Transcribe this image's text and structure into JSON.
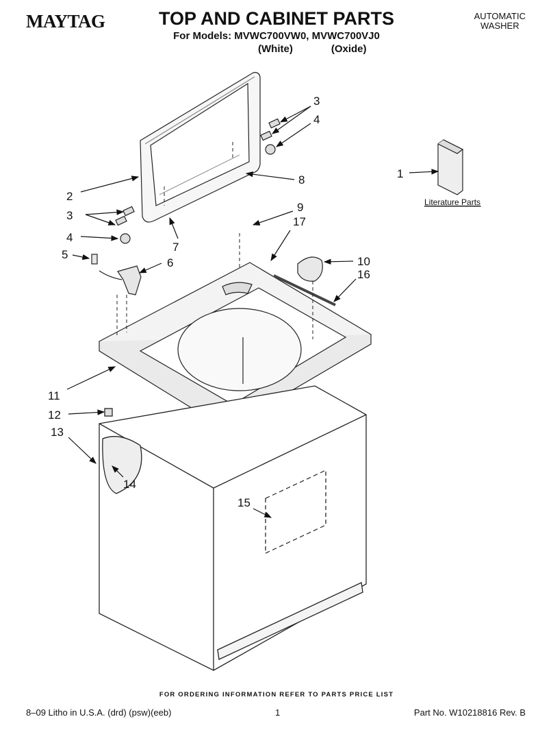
{
  "header": {
    "brand": "MAYTAG",
    "title": "TOP AND CABINET PARTS",
    "models": "For Models: MVWC700VW0, MVWC700VJ0",
    "variant_1": "(White)",
    "variant_2": "(Oxide)",
    "product_line1": "AUTOMATIC",
    "product_line2": "WASHER"
  },
  "callouts": {
    "c1": "1",
    "c2": "2",
    "c3a": "3",
    "c3b": "3",
    "c4a": "4",
    "c4b": "4",
    "c5": "5",
    "c6": "6",
    "c7": "7",
    "c8": "8",
    "c9": "9",
    "c10": "10",
    "c11": "11",
    "c12": "12",
    "c13": "13",
    "c14": "14",
    "c15": "15",
    "c16": "16",
    "c17": "17"
  },
  "literature_label": "Literature Parts",
  "footer": {
    "order_note": "FOR ORDERING INFORMATION REFER TO PARTS PRICE LIST",
    "litho": "8–09 Litho in U.S.A. (drd) (psw)(eeb)",
    "page_number": "1",
    "part_number": "Part No. W10218816 Rev. B"
  }
}
